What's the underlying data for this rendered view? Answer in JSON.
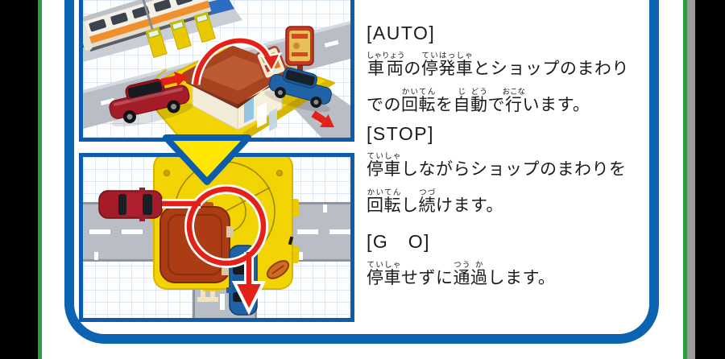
{
  "page": {
    "bg": "#ffffff",
    "side_band_color": "#000000",
    "outer_frame_color": "#2f9c3f",
    "panel_frame_color": "#0b63b2",
    "photo_border_color": "#0d5cab"
  },
  "colors": {
    "arrow_red": "#e32119",
    "base_yellow": "#f2d404",
    "roof_brown": "#a8431f",
    "car_red": "#a41c28",
    "car_blue": "#1f63a6",
    "road_gray": "#b9bec6",
    "triangle_yellow": "#ffe600",
    "grid_blue": "#cfe0f2"
  },
  "graphics": {
    "down_arrow_icon": "down-triangle"
  },
  "sections": [
    {
      "heading": "[AUTO]",
      "lines": [
        [
          {
            "t": "車両",
            "r": "しゃりょう"
          },
          {
            "t": "の"
          },
          {
            "t": "停発車",
            "r": "ていはっしゃ"
          },
          {
            "t": "とショップのまわり"
          }
        ],
        [
          {
            "t": "での"
          },
          {
            "t": "回転",
            "r": "かいてん"
          },
          {
            "t": "を"
          },
          {
            "t": "自",
            "r": "じ"
          },
          {
            "t": "動",
            "r": "どう"
          },
          {
            "t": "で"
          },
          {
            "t": "行",
            "r": "おこな"
          },
          {
            "t": "います。"
          }
        ]
      ]
    },
    {
      "heading": "[STOP]",
      "lines": [
        [
          {
            "t": "停車",
            "r": "ていしゃ"
          },
          {
            "t": "しながらショップのまわりを"
          }
        ],
        [
          {
            "t": "回転",
            "r": "かいてん"
          },
          {
            "t": "し"
          },
          {
            "t": "続",
            "r": "つづ"
          },
          {
            "t": "けます。"
          }
        ]
      ]
    },
    {
      "heading": "[G　O]",
      "lines": [
        [
          {
            "t": "停",
            "r": "てい"
          },
          {
            "t": "車",
            "r": "しゃ"
          },
          {
            "t": "せずに"
          },
          {
            "t": "通",
            "r": "つう"
          },
          {
            "t": "過",
            "r": "か"
          },
          {
            "t": "します。"
          }
        ]
      ]
    }
  ]
}
